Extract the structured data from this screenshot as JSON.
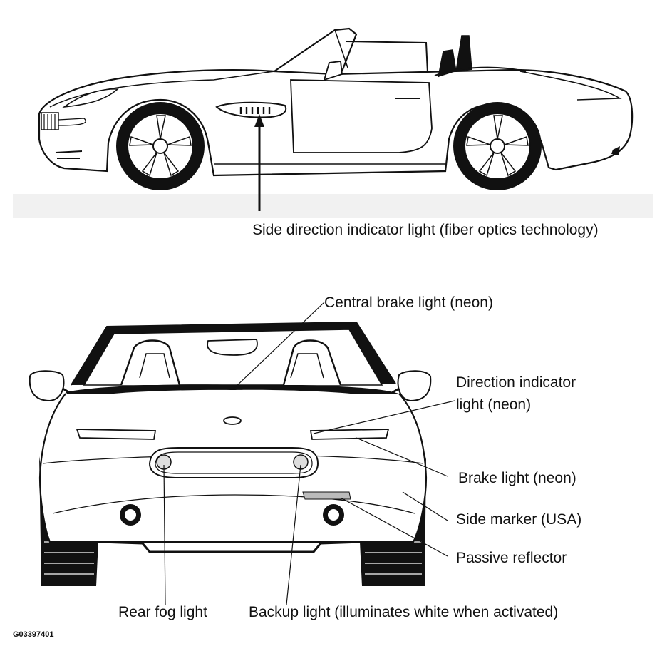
{
  "labels": {
    "side_direction": "Side direction indicator light (fiber optics technology)",
    "central_brake": "Central brake light (neon)",
    "direction_line1": "Direction indicator",
    "direction_line2": "light (neon)",
    "brake": "Brake light (neon)",
    "side_marker": "Side marker (USA)",
    "passive_reflector": "Passive reflector",
    "rear_fog": "Rear fog light",
    "backup": "Backup light (illuminates white when activated)"
  },
  "figure_code": "G03397401",
  "colors": {
    "ink": "#111111",
    "fill": "#ffffff",
    "ground": "#f1f1f1"
  }
}
